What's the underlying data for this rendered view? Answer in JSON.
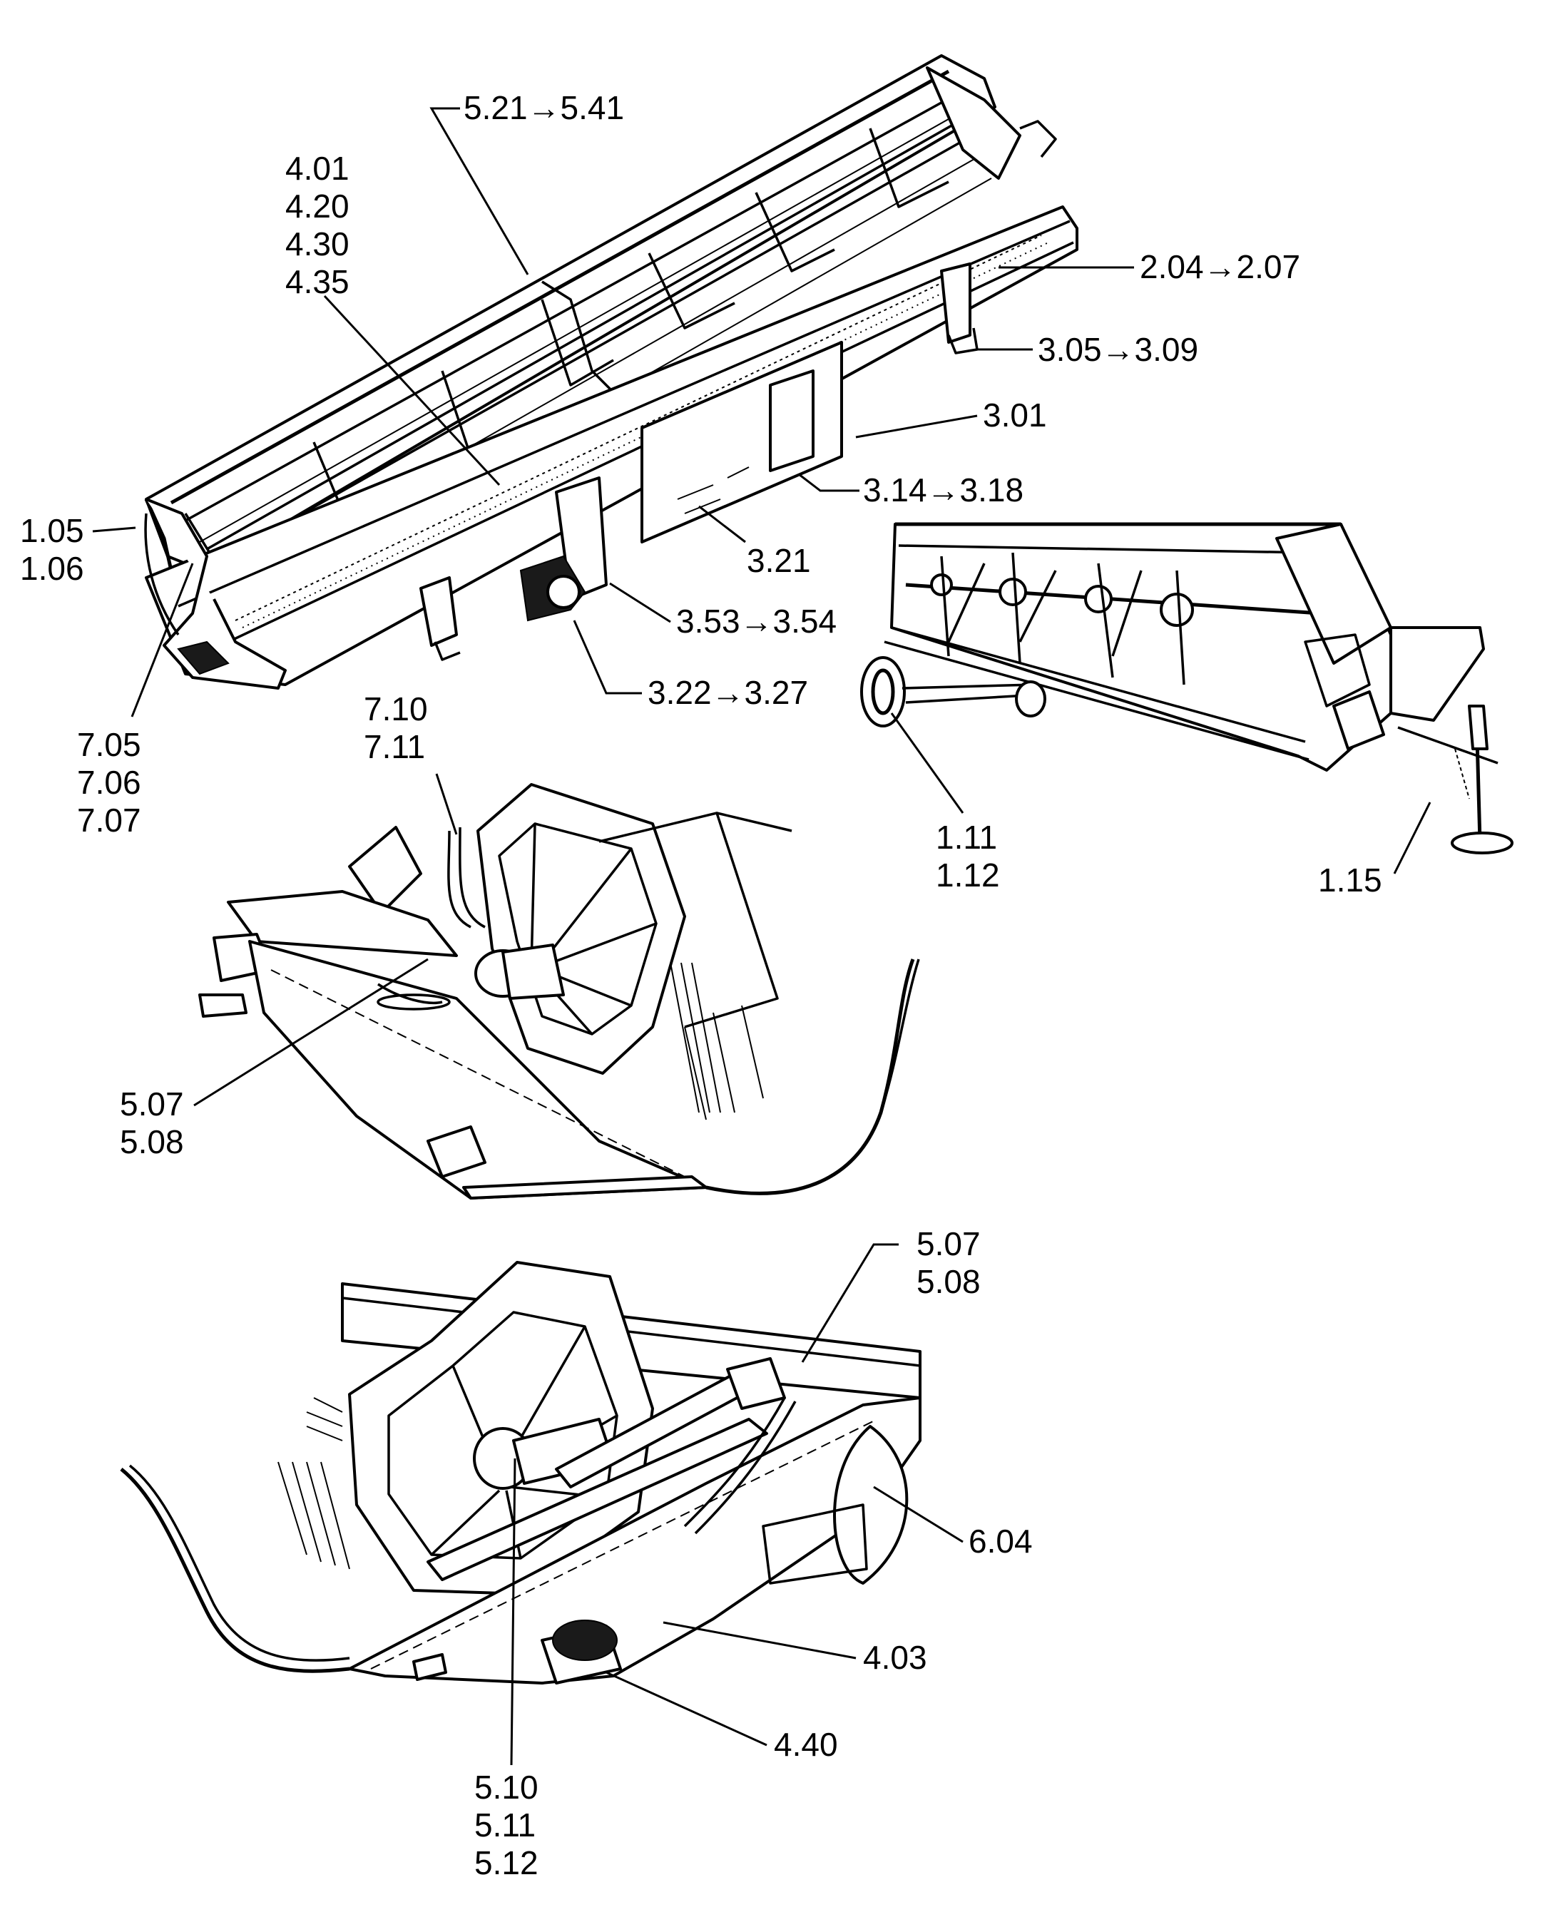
{
  "callouts": {
    "c_521": "5.21→5.41",
    "c_401": [
      "4.01",
      "4.20",
      "4.30",
      "4.35"
    ],
    "c_204": "2.04→2.07",
    "c_305": "3.05→3.09",
    "c_301": "3.01",
    "c_314": "3.14→3.18",
    "c_105": [
      "1.05",
      "1.06"
    ],
    "c_321": "3.21",
    "c_353": "3.53→3.54",
    "c_322": "3.22→3.27",
    "c_705": [
      "7.05",
      "7.06",
      "7.07"
    ],
    "c_710": [
      "7.10",
      "7.11"
    ],
    "c_111": [
      "1.11",
      "1.12"
    ],
    "c_115": "1.15",
    "c_507a": [
      "5.07",
      "5.08"
    ],
    "c_507b": [
      "5.07",
      "5.08"
    ],
    "c_604": "6.04",
    "c_403": "4.03",
    "c_440": "4.40",
    "c_510": [
      "5.10",
      "5.11",
      "5.12"
    ]
  },
  "colors": {
    "ink": "#000000",
    "paper": "#ffffff"
  }
}
